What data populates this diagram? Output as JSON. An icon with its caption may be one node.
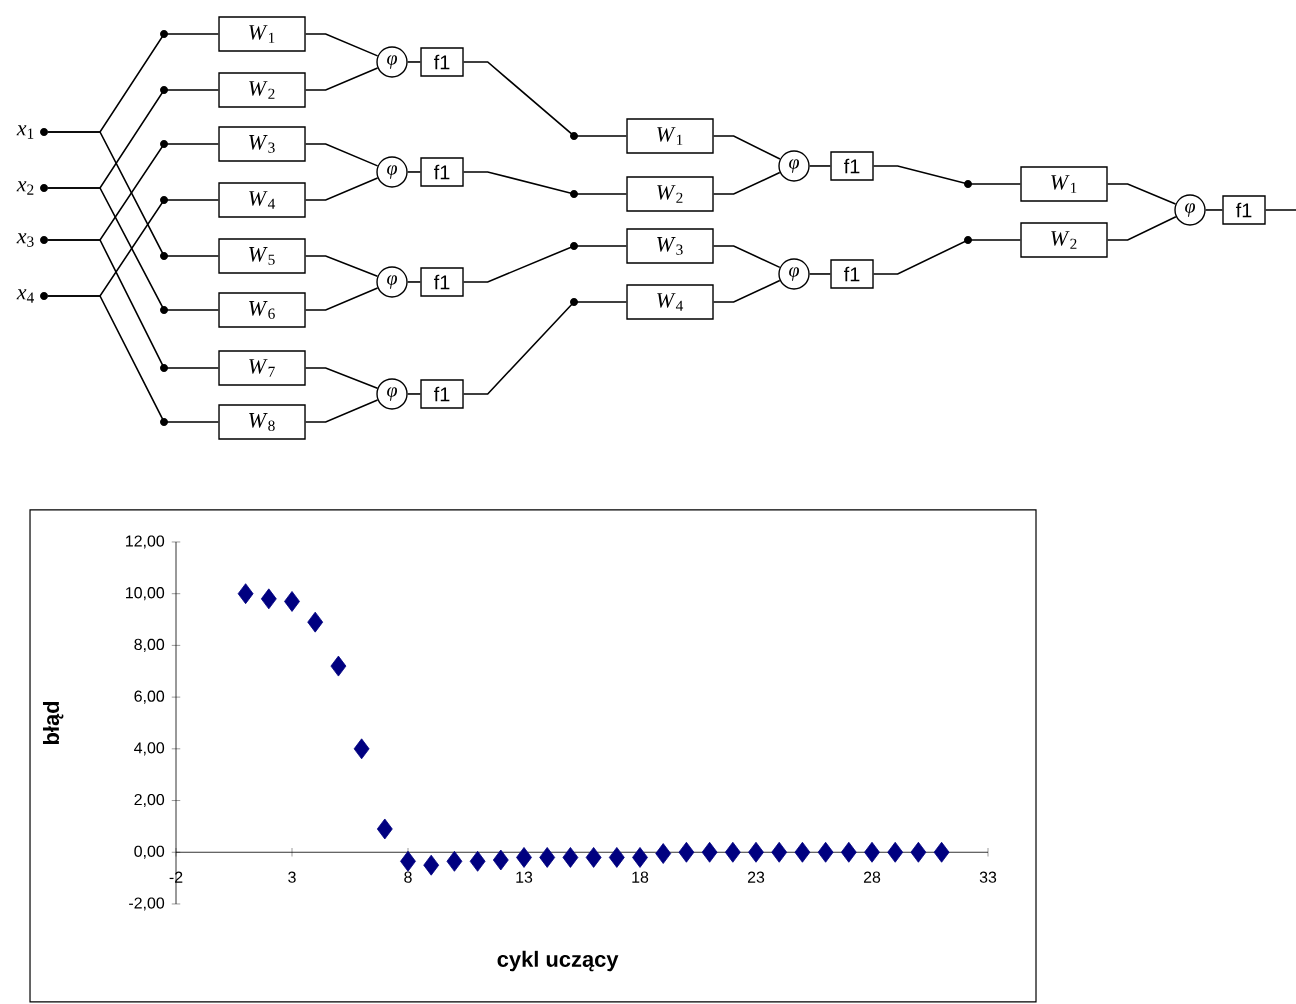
{
  "diagram": {
    "nodes": [
      {
        "text": [
          "*x*$_{1}$"
        ]
      },
      {
        "text": [
          "*x*$_{2}$"
        ]
      },
      {
        "text": [
          "*x*$_{3}$"
        ]
      },
      {
        "text": [
          "*x*$_{4}$"
        ]
      },
      {
        "text": [
          "*W*$_{1}$"
        ]
      },
      {
        "text": [
          "*W*$_{2}$"
        ]
      },
      {
        "text": [
          "*W*$_{3}$"
        ]
      },
      {
        "text": [
          "*W*$_{4}$"
        ]
      },
      {
        "text": [
          "*W*$_{5}$"
        ]
      },
      {
        "text": [
          "*W*$_{6}$"
        ]
      },
      {
        "text": [
          "*W*$_{7}$"
        ]
      },
      {
        "text": [
          "*W*$_{8}$"
        ]
      },
      {
        "text": [
          "φ"
        ]
      },
      {
        "text": [
          "φ"
        ]
      },
      {
        "text": [
          "φ"
        ]
      },
      {
        "text": [
          "φ"
        ]
      },
      {
        "text": [
          "f1"
        ]
      },
      {
        "text": [
          "f1"
        ]
      },
      {
        "text": [
          "f1"
        ]
      },
      {
        "text": [
          "f1"
        ]
      },
      {
        "text": [
          "*W*$_{1}$"
        ]
      },
      {
        "text": [
          "*W*$_{2}$"
        ]
      },
      {
        "text": [
          "*W*$_{3}$"
        ]
      },
      {
        "text": [
          "*W*$_{4}$"
        ]
      },
      {
        "text": [
          "φ"
        ]
      },
      {
        "text": [
          "φ"
        ]
      },
      {
        "text": [
          "f1"
        ]
      },
      {
        "text": [
          "f1"
        ]
      },
      {
        "text": [
          "*W*$_{1}$"
        ]
      },
      {
        "text": [
          "*W*$_{2}$"
        ]
      },
      {
        "text": [
          "φ"
        ]
      },
      {
        "text": [
          "f1"
        ]
      }
    ],
    "edges": [
      {
        "from": 0,
        "to": 4,
        "arrow": "none"
      },
      {
        "from": 0,
        "to": 8,
        "arrow": "none"
      },
      {
        "from": 1,
        "to": 5,
        "arrow": "none"
      },
      {
        "from": 1,
        "to": 9,
        "arrow": "none"
      },
      {
        "from": 2,
        "to": 6,
        "arrow": "none"
      },
      {
        "from": 2,
        "to": 10,
        "arrow": "none"
      },
      {
        "from": 3,
        "to": 7,
        "arrow": "none"
      },
      {
        "from": 3,
        "to": 11,
        "arrow": "none"
      },
      {
        "from": 4,
        "to": 12,
        "arrow": "none"
      },
      {
        "from": 5,
        "to": 12,
        "arrow": "none"
      },
      {
        "from": 6,
        "to": 13,
        "arrow": "none"
      },
      {
        "from": 7,
        "to": 13,
        "arrow": "none"
      },
      {
        "from": 8,
        "to": 14,
        "arrow": "none"
      },
      {
        "from": 9,
        "to": 14,
        "arrow": "none"
      },
      {
        "from": 10,
        "to": 15,
        "arrow": "none"
      },
      {
        "from": 11,
        "to": 15,
        "arrow": "none"
      },
      {
        "from": 12,
        "to": 16,
        "arrow": "none"
      },
      {
        "from": 13,
        "to": 17,
        "arrow": "none"
      },
      {
        "from": 14,
        "to": 18,
        "arrow": "none"
      },
      {
        "from": 15,
        "to": 19,
        "arrow": "none"
      },
      {
        "from": 16,
        "to": 20,
        "arrow": "none"
      },
      {
        "from": 17,
        "to": 21,
        "arrow": "none"
      },
      {
        "from": 18,
        "to": 22,
        "arrow": "none"
      },
      {
        "from": 19,
        "to": 23,
        "arrow": "none"
      },
      {
        "from": 20,
        "to": 24,
        "arrow": "none"
      },
      {
        "from": 21,
        "to": 24,
        "arrow": "none"
      },
      {
        "from": 22,
        "to": 25,
        "arrow": "none"
      },
      {
        "from": 23,
        "to": 25,
        "arrow": "none"
      },
      {
        "from": 24,
        "to": 26,
        "arrow": "none"
      },
      {
        "from": 25,
        "to": 27,
        "arrow": "none"
      },
      {
        "from": 26,
        "to": 28,
        "arrow": "none"
      },
      {
        "from": 27,
        "to": 29,
        "arrow": "none"
      },
      {
        "from": 28,
        "to": 30,
        "arrow": "none"
      },
      {
        "from": 29,
        "to": 30,
        "arrow": "none"
      },
      {
        "from": 30,
        "to": 31,
        "arrow": "none"
      },
      {
        "from": 31,
        "to": null,
        "arrow": "none"
      }
    ],
    "chart_data": {
      "type": "scatter",
      "xlabel": "cykl uczący",
      "ylabel": "błąd",
      "x": [
        1,
        2,
        3,
        4,
        5,
        6,
        7,
        8,
        9,
        10,
        11,
        12,
        13,
        14,
        15,
        16,
        17,
        18,
        19,
        20,
        21,
        22,
        23,
        24,
        25,
        26,
        27,
        28,
        29,
        30,
        31
      ],
      "series": [
        {
          "color": "#000080",
          "values": [
            10.0,
            9.8,
            9.7,
            8.9,
            7.2,
            4.0,
            0.9,
            -0.35,
            -0.5,
            -0.35,
            -0.35,
            -0.3,
            -0.2,
            -0.2,
            -0.2,
            -0.2,
            -0.2,
            -0.2,
            -0.05,
            0,
            0,
            0,
            0,
            0,
            0,
            0,
            0,
            0,
            0,
            0,
            0
          ]
        }
      ],
      "xlim": [
        -2,
        33
      ],
      "ylim": [
        -2,
        12
      ],
      "xticks": [
        -2,
        3,
        8,
        13,
        18,
        23,
        28,
        33
      ],
      "yticks": [
        {
          "value": -2,
          "label": "-2,00"
        },
        {
          "value": 0,
          "label": "0,00"
        },
        {
          "value": 2,
          "label": "2,00"
        },
        {
          "value": 4,
          "label": "4,00"
        },
        {
          "value": 6,
          "label": "6,00"
        },
        {
          "value": 8,
          "label": "8,00"
        },
        {
          "value": 10,
          "label": "10,00"
        },
        {
          "value": 12,
          "label": "12,00"
        }
      ]
    }
  }
}
